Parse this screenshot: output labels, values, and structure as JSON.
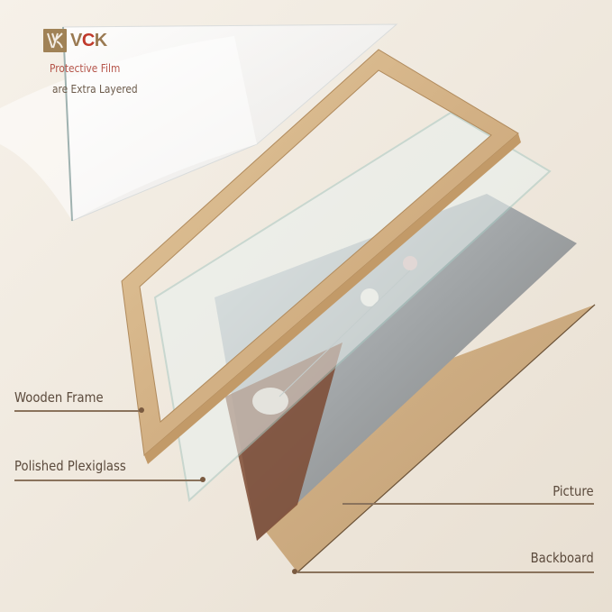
{
  "brand": {
    "logo_text_prefix": "V",
    "logo_text_accent": "C",
    "logo_text_suffix": "K",
    "logo_icon": "vck-monogram-icon"
  },
  "callout_top": {
    "line1": "Protective Film",
    "line2": "are Extra Layered"
  },
  "labels": {
    "wooden_frame": "Wooden Frame",
    "plexiglass": "Polished Plexiglass",
    "picture": "Picture",
    "backboard": "Backboard"
  },
  "colors": {
    "background": "#f3ede4",
    "brand_gold": "#a08256",
    "brand_red": "#c0392b",
    "label_text": "#5b4a3c",
    "leader_line": "#8a735c",
    "frame_wood": "#d8b98a",
    "backboard_kraft": "#c9a87e"
  }
}
